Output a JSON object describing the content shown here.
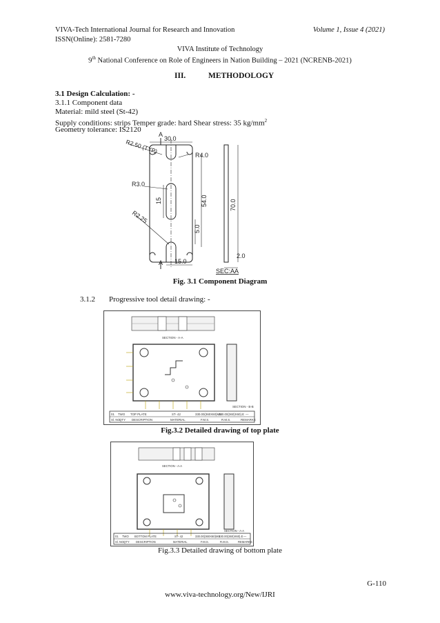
{
  "header": {
    "journal": "VIVA-Tech International Journal for Research and Innovation",
    "issn": "ISSN(Online): 2581-7280",
    "volume": "Volume 1, Issue 4 (2021)",
    "institute": "VIVA Institute of Technology",
    "conference_num": "9",
    "conference_sup": "th",
    "conference_rest": " National Conference on Role of Engineers in Nation Building – 2021 (NCRENB-2021)"
  },
  "section": {
    "number": "III.",
    "title": "METHODOLOGY"
  },
  "design": {
    "heading": "3.1 Design Calculation: -",
    "sub1": "3.1.1 Component data",
    "material": "Material: mild steel (St-42)",
    "supply": "Supply conditions: strips Temper grade: hard Shear stress: 35 kg/mm",
    "supply_sup": "2",
    "geometry": "Geometry tolerance: IS2120"
  },
  "fig31": {
    "caption": "Fig. 3.1 Component Diagram",
    "labels": {
      "a_top": "A",
      "a_bottom": "A",
      "r250": "R2.50 (TYP)",
      "d30": "30.0",
      "r40": "R4.0",
      "r30": "R3.0",
      "d15": "15",
      "d54": "54.0",
      "d5": "5.0",
      "r225": "R2.25",
      "d150": "15.0",
      "d70": "70.0",
      "d20": "2.0",
      "sec": "SEC:AA"
    }
  },
  "sub2": {
    "number": "3.1.2",
    "text": "Progressive tool detail drawing: -"
  },
  "fig32": {
    "caption": "Fig.3.2 Detailed drawing of top plate",
    "title_block": {
      "row1": [
        "01",
        "TWO",
        "TOP PLATE",
        "ST- 42",
        "330.00(360X60)MS",
        "330.00(360)X60).E",
        "—"
      ],
      "row2": [
        "Sl. NO.",
        "QTY",
        "DESCRIPTION",
        "MATERIAL",
        "F.M.S.",
        "R.M.S.",
        "REMARKS"
      ]
    },
    "labels": {
      "section_top": "SECTION - A-A",
      "section_right": "SECTION - B-B"
    }
  },
  "fig33": {
    "caption": "Fig.3.3 Detailed drawing of bottom plate",
    "title_block": {
      "row1": [
        "01",
        "TWO",
        "BOTTOM PLATE",
        "ST- 42",
        "330.00(360X60)MS",
        "330.00(360)X60).E",
        "—"
      ],
      "row2": [
        "Sl. NO.",
        "QTY",
        "DESCRIPTION",
        "MATERIAL",
        "F.M.S.",
        "R.M.S.",
        "REMARKS"
      ]
    },
    "labels": {
      "section_top": "SECTION - A-A",
      "section_right": "SECTION - A-A"
    }
  },
  "footer": {
    "page": "G-110",
    "url": "www.viva-technology.org/New/IJRI"
  }
}
